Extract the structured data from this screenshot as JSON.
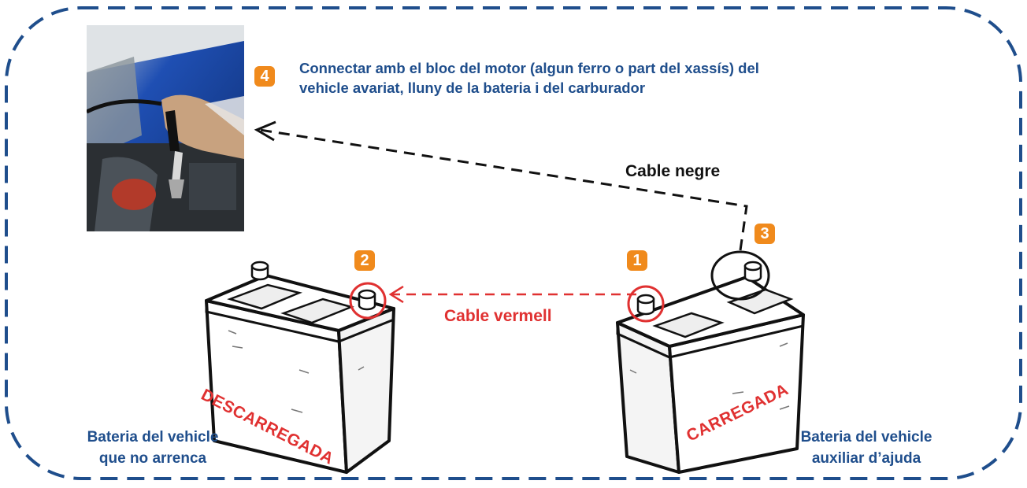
{
  "colors": {
    "blue": "#1f4e8c",
    "orange": "#f08a1c",
    "red": "#e03131",
    "black": "#111111"
  },
  "instruction": {
    "step": "4",
    "text_line1": "Connectar amb el bloc del motor (algun ferro o part del xassís) del",
    "text_line2": "vehicle avariat, lluny de la bateria i del carburador"
  },
  "steps": {
    "one": "1",
    "two": "2",
    "three": "3"
  },
  "cables": {
    "black_label": "Cable negre",
    "red_label": "Cable vermell"
  },
  "batteries": {
    "left": {
      "state": "DESCARREGADA",
      "caption_line1": "Bateria del vehicle",
      "caption_line2": "que no arrenca"
    },
    "right": {
      "state": "CARREGADA",
      "caption_line1": "Bateria del vehicle",
      "caption_line2": "auxiliar d’ajuda"
    }
  },
  "photo": {
    "subject": "hand-clamping-jumper-cable-to-engine-photo"
  }
}
